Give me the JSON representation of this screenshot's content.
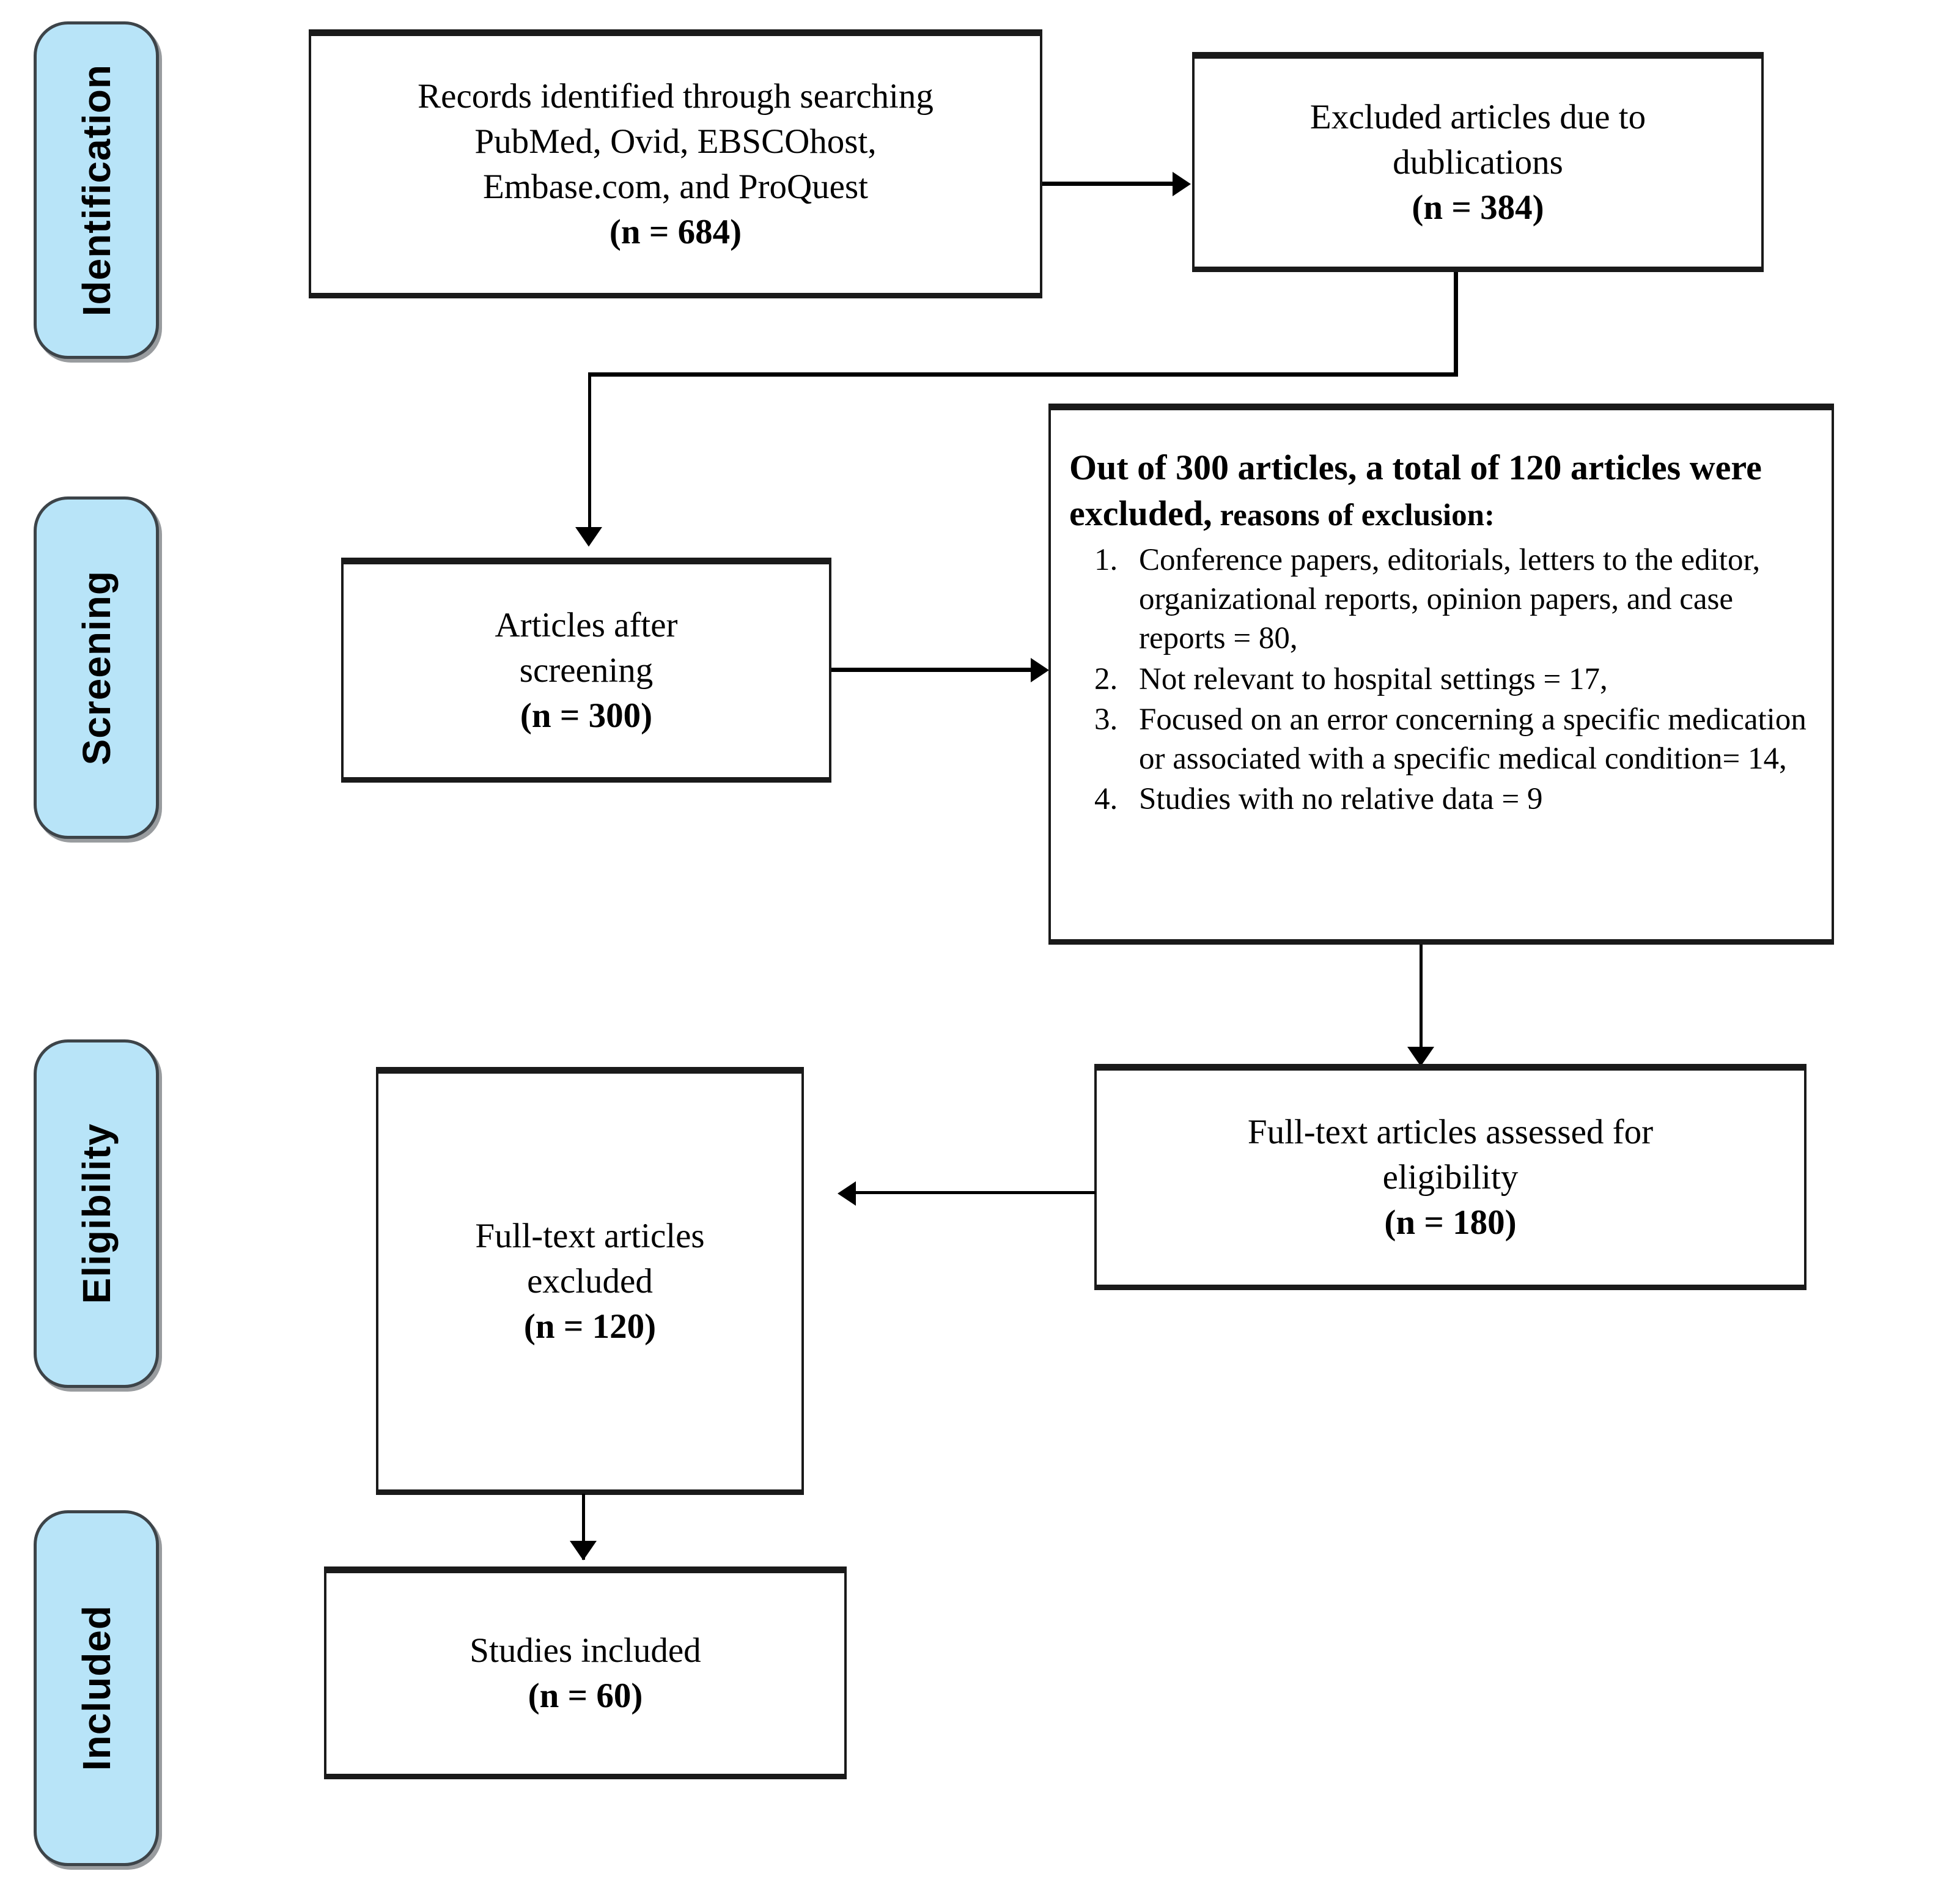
{
  "diagram": {
    "type": "PRISMA flow diagram",
    "stages": [
      {
        "id": "identification",
        "label": "Identification"
      },
      {
        "id": "screening",
        "label": "Screening"
      },
      {
        "id": "eligibility",
        "label": "Eligibility"
      },
      {
        "id": "included",
        "label": "Included"
      }
    ],
    "colors": {
      "pill_fill": "#b8e4f8",
      "pill_border": "#3d4449",
      "box_border": "#1a1a1a",
      "text": "#000000",
      "background": "#ffffff"
    },
    "boxes": {
      "records_identified": {
        "line1": "Records identified through searching",
        "line2": "PubMed, Ovid, EBSCOhost,",
        "line3": "Embase.com, and ProQuest",
        "count": "(n = 684)"
      },
      "excluded_duplicates": {
        "line1": "Excluded articles due to",
        "line2": "dublications",
        "count": "(n = 384)"
      },
      "articles_after_screening": {
        "line1": "Articles after",
        "line2": "screening",
        "count": "(n = 300)"
      },
      "exclusion_reasons": {
        "heading_bold": "Out of 300 articles, a total of 120 articles were excluded,",
        "heading_normal": " reasons of exclusion:",
        "heading_part1": "Out of 300 articles, a total of 120 articles",
        "heading_part2": "were excluded,",
        "heading_part3": " reasons of exclusion:",
        "items": [
          "Conference papers, editorials, letters to the editor, organizational reports, opinion papers, and case reports = 80,",
          "Not relevant to hospital settings = 17,",
          "Focused on an error concerning a specific medication or associated with a specific medical condition= 14,",
          "Studies with no relative data = 9"
        ]
      },
      "fulltext_excluded": {
        "line1": "Full-text articles",
        "line2": "excluded",
        "count": "(n = 120)"
      },
      "fulltext_assessed": {
        "line1": "Full-text articles assessed for",
        "line2": "eligibility",
        "count": "(n = 180)"
      },
      "studies_included": {
        "line1": "Studies included",
        "count": "(n = 60)"
      }
    }
  }
}
